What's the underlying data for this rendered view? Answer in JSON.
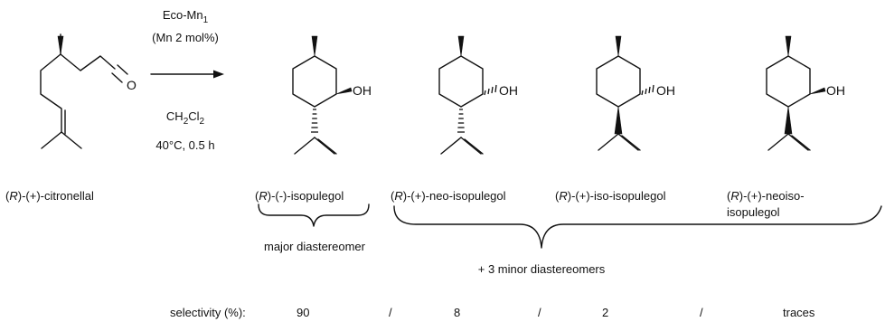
{
  "conditions": {
    "catalyst": "Eco-Mn",
    "catalyst_sub": "1",
    "loading": "(Mn 2 mol%)",
    "solvent_main": "CH",
    "solvent_sub1": "2",
    "solvent_cl": "Cl",
    "solvent_sub2": "2",
    "temperature_time": "40°C, 0.5 h"
  },
  "compounds": {
    "citronellal": {
      "prefix": "(",
      "stereo": "R",
      "suffix": ")-(+)-citronellal",
      "atom": "O"
    },
    "isopulegol": {
      "prefix": "(",
      "stereo": "R",
      "suffix": ")-(-)-isopulegol",
      "atom": "OH"
    },
    "neo_isopulegol": {
      "prefix": "(",
      "stereo": "R",
      "suffix": ")-(+)-neo-isopulegol",
      "atom": "OH"
    },
    "iso_isopulegol": {
      "prefix": "(",
      "stereo": "R",
      "suffix": ")-(+)-iso-isopulegol",
      "atom": "OH"
    },
    "neoiso_isopulegol": {
      "prefix": "(",
      "stereo": "R",
      "suffix": ")-(+)-neoiso-",
      "suffix_line2": "isopulegol",
      "atom": "OH"
    }
  },
  "annotations": {
    "major": "major diastereomer",
    "minor": "+ 3 minor diastereomers"
  },
  "selectivity": {
    "label": "selectivity (%):",
    "values": [
      "90",
      "8",
      "2",
      "traces"
    ],
    "separator": "/"
  }
}
